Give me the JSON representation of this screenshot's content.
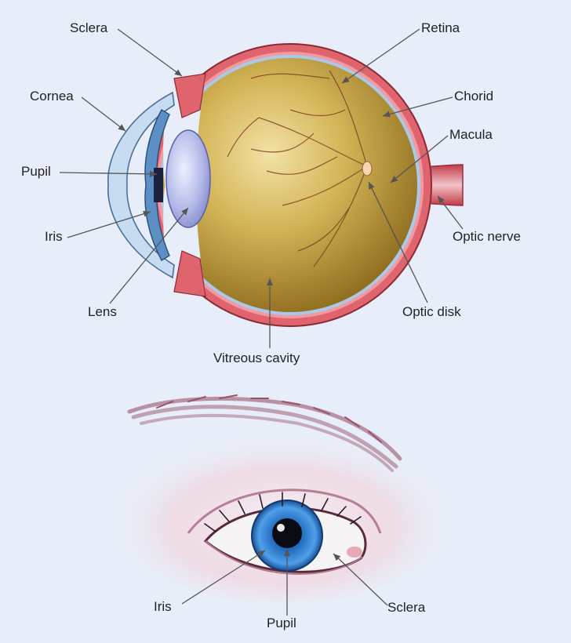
{
  "cross_section": {
    "labels": {
      "sclera": "Sclera",
      "retina": "Retina",
      "cornea": "Cornea",
      "chorid": "Chorid",
      "macula": "Macula",
      "pupil": "Pupil",
      "iris": "Iris",
      "optic_nerve": "Optic nerve",
      "lens": "Lens",
      "optic_disk": "Optic disk",
      "vitreous_cavity": "Vitreous cavity"
    }
  },
  "external_eye": {
    "labels": {
      "iris": "Iris",
      "pupil": "Pupil",
      "sclera": "Sclera"
    }
  },
  "colors": {
    "background": "#e8eef9",
    "sclera_wall": "#e0646e",
    "vitreous": "#b9962f",
    "retina_line": "#a9c9e6",
    "lens": "#a6aee0",
    "iris_blue": "#2f7fd0",
    "leader_line": "#6a6a6a"
  }
}
